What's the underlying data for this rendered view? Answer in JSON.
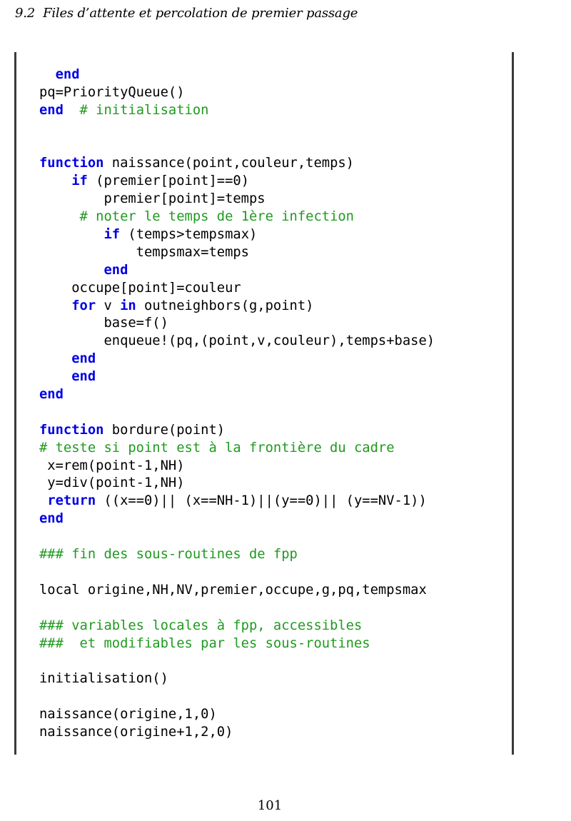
{
  "header": {
    "section": "9.2  Files d’attente et percolation de premier passage"
  },
  "code": [
    [
      {
        "t": "kw",
        "v": "  end"
      }
    ],
    [
      {
        "t": "txt",
        "v": "pq=PriorityQueue()"
      }
    ],
    [
      {
        "t": "kw",
        "v": "end"
      },
      {
        "t": "txt",
        "v": "  "
      },
      {
        "t": "comment",
        "v": "# initialisation"
      }
    ],
    [],
    [],
    [
      {
        "t": "kw",
        "v": "function"
      },
      {
        "t": "txt",
        "v": " naissance(point,couleur,temps)"
      }
    ],
    [
      {
        "t": "txt",
        "v": "    "
      },
      {
        "t": "kw",
        "v": "if"
      },
      {
        "t": "txt",
        "v": " (premier[point]==0)"
      }
    ],
    [
      {
        "t": "txt",
        "v": "        premier[point]=temps"
      }
    ],
    [
      {
        "t": "txt",
        "v": "     "
      },
      {
        "t": "comment",
        "v": "# noter le temps de 1ère infection"
      }
    ],
    [
      {
        "t": "txt",
        "v": "        "
      },
      {
        "t": "kw",
        "v": "if"
      },
      {
        "t": "txt",
        "v": " (temps>tempsmax)"
      }
    ],
    [
      {
        "t": "txt",
        "v": "            tempsmax=temps"
      }
    ],
    [
      {
        "t": "txt",
        "v": "        "
      },
      {
        "t": "kw",
        "v": "end"
      }
    ],
    [
      {
        "t": "txt",
        "v": "    occupe[point]=couleur"
      }
    ],
    [
      {
        "t": "txt",
        "v": "    "
      },
      {
        "t": "kw",
        "v": "for"
      },
      {
        "t": "txt",
        "v": " v "
      },
      {
        "t": "kw",
        "v": "in"
      },
      {
        "t": "txt",
        "v": " outneighbors(g,point)"
      }
    ],
    [
      {
        "t": "txt",
        "v": "        base=f()"
      }
    ],
    [
      {
        "t": "txt",
        "v": "        enqueue!(pq,(point,v,couleur),temps+base)"
      }
    ],
    [
      {
        "t": "txt",
        "v": "    "
      },
      {
        "t": "kw",
        "v": "end"
      }
    ],
    [
      {
        "t": "txt",
        "v": "    "
      },
      {
        "t": "kw",
        "v": "end"
      }
    ],
    [
      {
        "t": "kw",
        "v": "end"
      }
    ],
    [],
    [
      {
        "t": "kw",
        "v": "function"
      },
      {
        "t": "txt",
        "v": " bordure(point)"
      }
    ],
    [
      {
        "t": "comment",
        "v": "# teste si point est à la frontière du cadre"
      }
    ],
    [
      {
        "t": "txt",
        "v": " x=rem(point-1,NH)"
      }
    ],
    [
      {
        "t": "txt",
        "v": " y=div(point-1,NH)"
      }
    ],
    [
      {
        "t": "txt",
        "v": " "
      },
      {
        "t": "kw",
        "v": "return"
      },
      {
        "t": "txt",
        "v": " ((x==0)|| (x==NH-1)||(y==0)|| (y==NV-1))"
      }
    ],
    [
      {
        "t": "kw",
        "v": "end"
      }
    ],
    [],
    [
      {
        "t": "comment",
        "v": "### fin des sous-routines de fpp"
      }
    ],
    [],
    [
      {
        "t": "txt",
        "v": "local origine,NH,NV,premier,occupe,g,pq,tempsmax"
      }
    ],
    [],
    [
      {
        "t": "comment",
        "v": "### variables locales à fpp, accessibles"
      }
    ],
    [
      {
        "t": "comment",
        "v": "###  et modifiables par les sous-routines"
      }
    ],
    [],
    [
      {
        "t": "txt",
        "v": "initialisation()"
      }
    ],
    [],
    [
      {
        "t": "txt",
        "v": "naissance(origine,1,0)"
      }
    ],
    [
      {
        "t": "txt",
        "v": "naissance(origine+1,2,0)"
      }
    ]
  ],
  "footer": {
    "page_number": "101"
  }
}
